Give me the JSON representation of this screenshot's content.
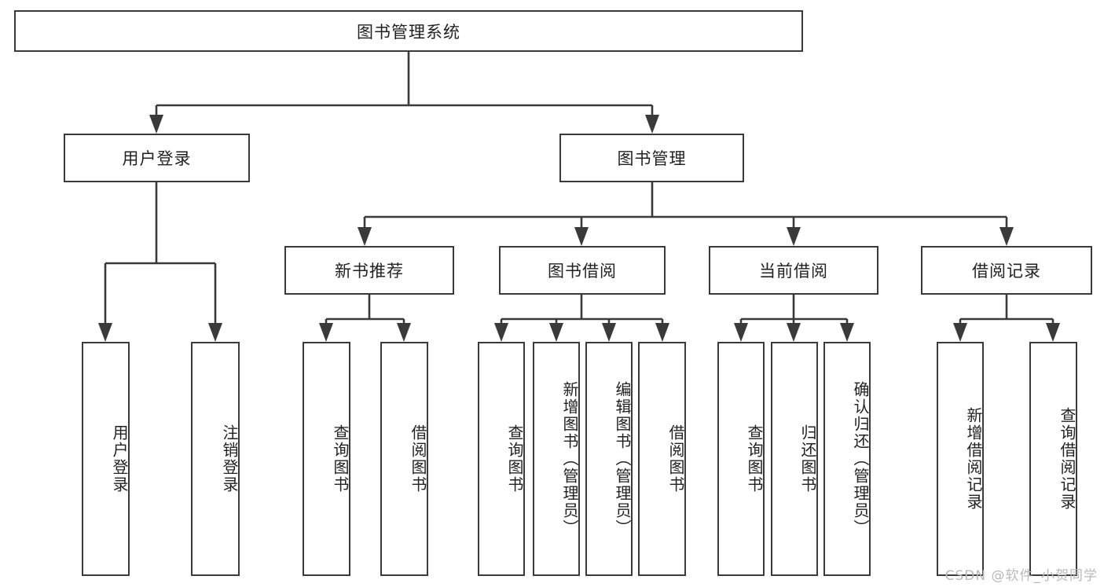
{
  "diagram": {
    "title": "图书管理系统",
    "type": "tree",
    "root": {
      "label": "图书管理系统"
    },
    "level2": [
      {
        "label": "用户登录"
      },
      {
        "label": "图书管理"
      }
    ],
    "level3": [
      {
        "label": "新书推荐"
      },
      {
        "label": "图书借阅"
      },
      {
        "label": "当前借阅"
      },
      {
        "label": "借阅记录"
      }
    ],
    "leaves": {
      "user_login": [
        {
          "label": "用户登录"
        },
        {
          "label": "注销登录"
        }
      ],
      "new_book_recommend": [
        {
          "label": "查询图书"
        },
        {
          "label": "借阅图书"
        }
      ],
      "book_borrow": [
        {
          "label": "查询图书"
        },
        {
          "label": "新增图书（管理员）"
        },
        {
          "label": "编辑图书（管理员）"
        },
        {
          "label": "借阅图书"
        }
      ],
      "current_borrow": [
        {
          "label": "查询图书"
        },
        {
          "label": "归还图书"
        },
        {
          "label": "确认归还（管理员）"
        }
      ],
      "borrow_record": [
        {
          "label": "新增借阅记录"
        },
        {
          "label": "查询借阅记录"
        }
      ]
    }
  },
  "watermark": {
    "text": "CSDN @软件_小贺同学"
  },
  "colors": {
    "stroke": "#3a3a3a",
    "text": "#222222",
    "background": "#ffffff",
    "watermark": "#b9b9b9"
  }
}
